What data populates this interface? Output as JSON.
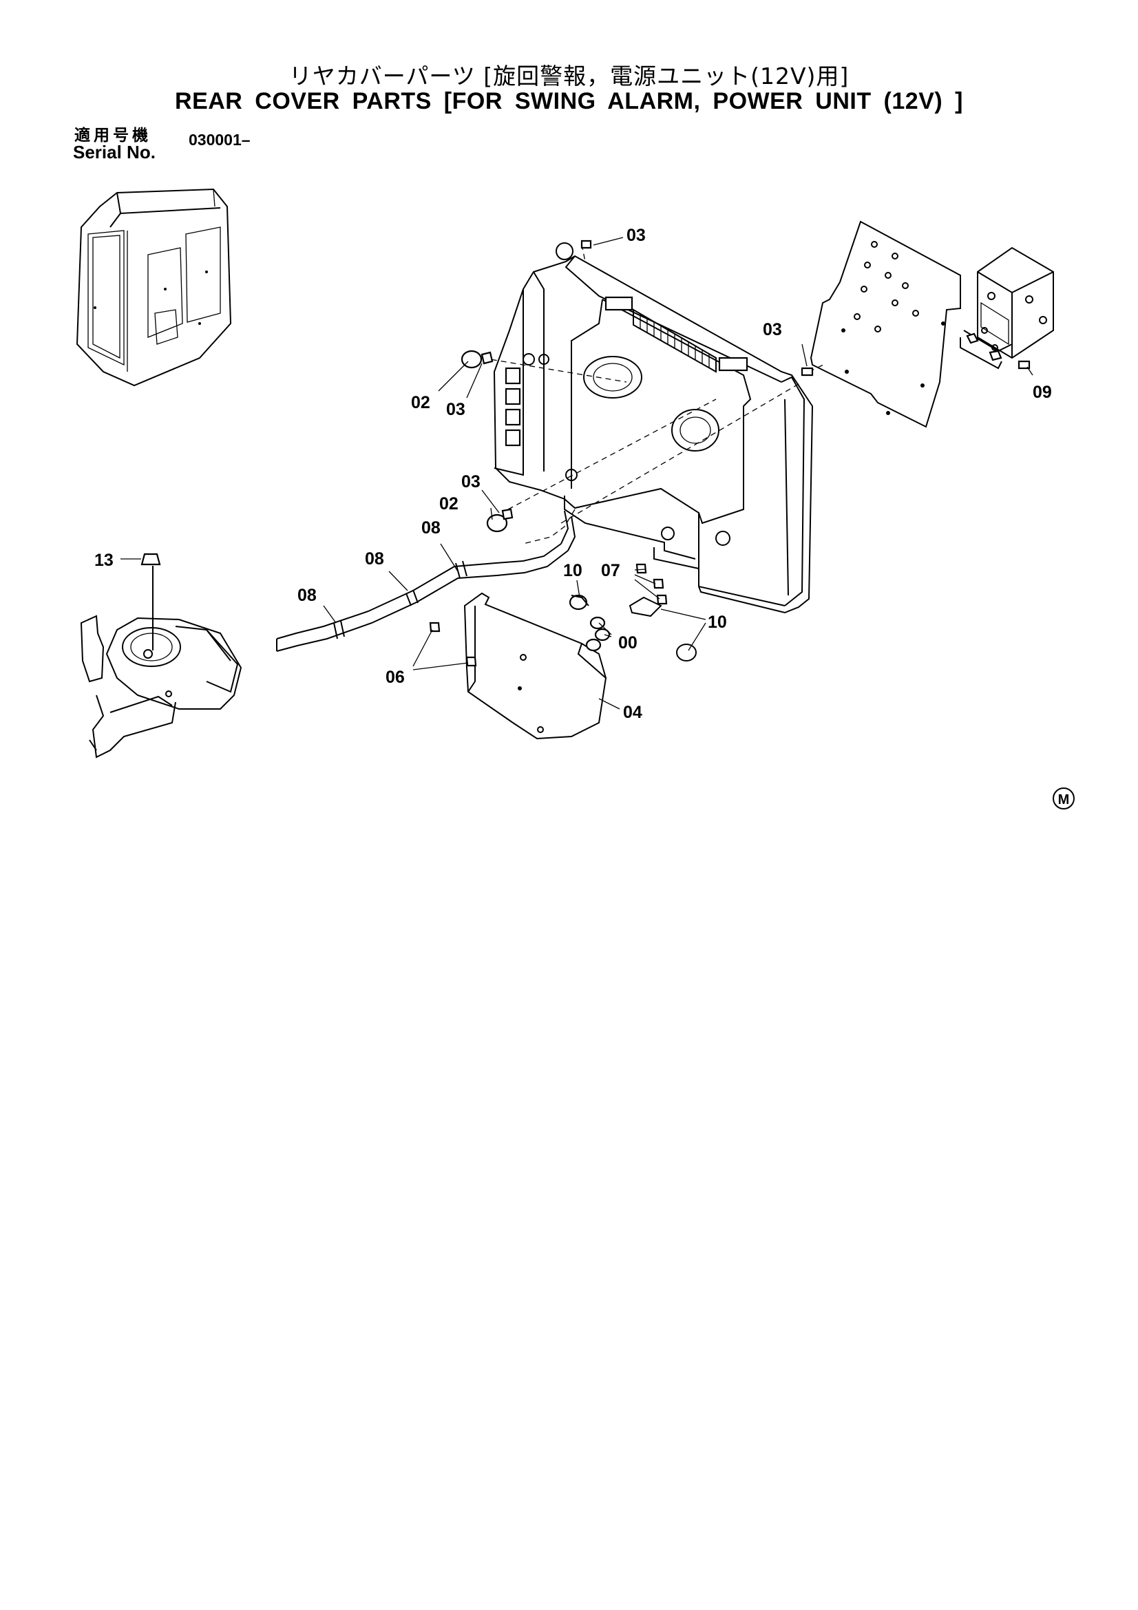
{
  "header": {
    "title_jp": "リヤカバーパーツ [旋回警報，電源ユニット(12V)用]",
    "title_en": "REAR COVER PARTS [FOR SWING ALARM, POWER UNIT (12V) ]"
  },
  "serial": {
    "label_jp": "適用号機",
    "label_en": "Serial No.",
    "value": "030001–"
  },
  "callouts": {
    "c03_top": "03",
    "c03_right": "03",
    "c09": "09",
    "c02_upper": "02",
    "c03_left": "03",
    "c03_mid": "03",
    "c02_lower": "02",
    "c08_a": "08",
    "c08_b": "08",
    "c08_c": "08",
    "c13": "13",
    "c10_left": "10",
    "c07": "07",
    "c10_right": "10",
    "c00": "00",
    "c06": "06",
    "c04": "04"
  },
  "mark": "M"
}
